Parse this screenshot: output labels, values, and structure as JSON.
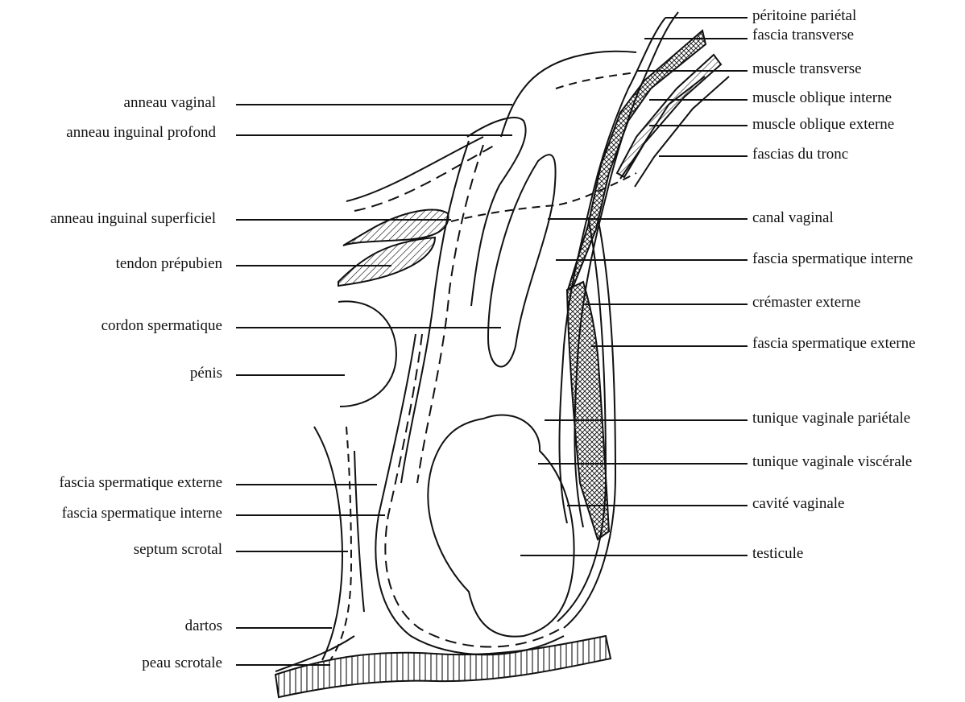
{
  "diagram": {
    "colors": {
      "ink": "#111111",
      "paper": "#ffffff"
    },
    "labels_left": [
      "anneau vaginal",
      "anneau inguinal profond",
      "anneau inguinal superficiel",
      "tendon prépubien",
      "cordon spermatique",
      "pénis",
      "fascia spermatique externe",
      "fascia spermatique interne",
      "septum scrotal",
      "dartos",
      "peau scrotale"
    ],
    "labels_right": [
      "péritoine pariétal",
      "fascia transverse",
      "muscle transverse",
      "muscle oblique interne",
      "muscle oblique externe",
      "fascias du tronc",
      "canal vaginal",
      "fascia spermatique interne",
      "crémaster externe",
      "fascia spermatique externe",
      "tunique vaginale pariétale",
      "tunique vaginale viscérale",
      "cavité vaginale",
      "testicule"
    ]
  }
}
